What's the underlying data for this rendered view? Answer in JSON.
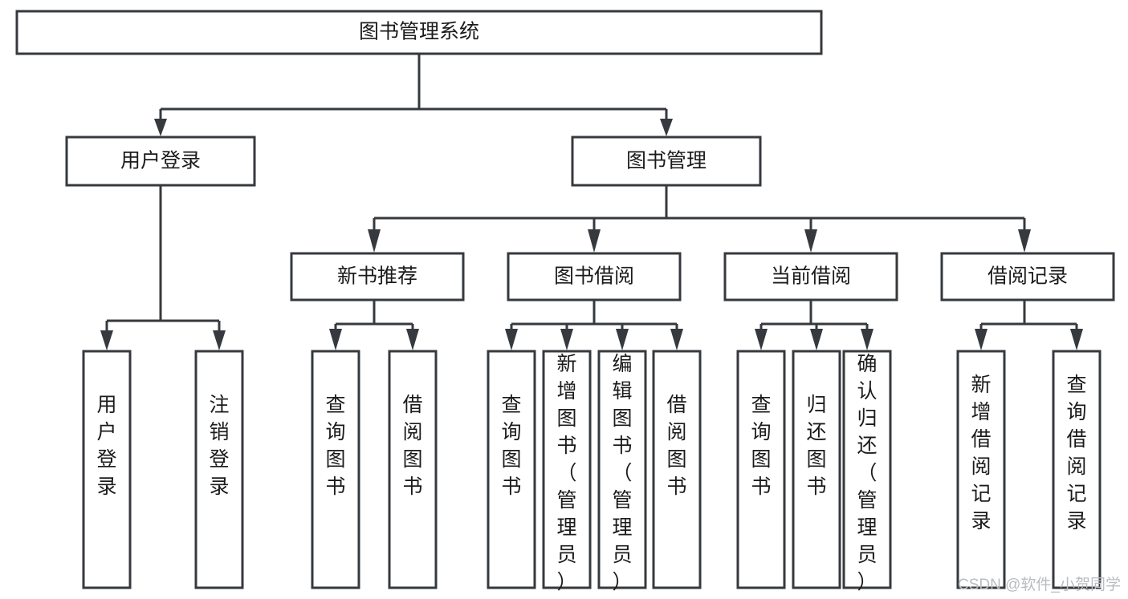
{
  "diagram": {
    "type": "hierarchy-tree",
    "title": "图书管理系统",
    "root": {
      "id": "root",
      "label": "图书管理系统"
    },
    "level2": [
      {
        "id": "user-login",
        "label": "用户登录"
      },
      {
        "id": "book-manage",
        "label": "图书管理"
      }
    ],
    "level3": [
      {
        "id": "new-book-recommend",
        "label": "新书推荐",
        "parent": "book-manage"
      },
      {
        "id": "book-borrow",
        "label": "图书借阅",
        "parent": "book-manage"
      },
      {
        "id": "current-borrow",
        "label": "当前借阅",
        "parent": "book-manage"
      },
      {
        "id": "borrow-record",
        "label": "借阅记录",
        "parent": "book-manage"
      }
    ],
    "leaves": [
      {
        "id": "leaf-user-login",
        "label": "用户登录",
        "parent": "user-login"
      },
      {
        "id": "leaf-logout",
        "label": "注销登录",
        "parent": "user-login"
      },
      {
        "id": "leaf-query-book-1",
        "label": "查询图书",
        "parent": "new-book-recommend"
      },
      {
        "id": "leaf-borrow-book-1",
        "label": "借阅图书",
        "parent": "new-book-recommend"
      },
      {
        "id": "leaf-query-book-2",
        "label": "查询图书",
        "parent": "book-borrow"
      },
      {
        "id": "leaf-add-book",
        "label": "新增图书（管理员）",
        "parent": "book-borrow"
      },
      {
        "id": "leaf-edit-book",
        "label": "编辑图书（管理员）",
        "parent": "book-borrow"
      },
      {
        "id": "leaf-borrow-book-2",
        "label": "借阅图书",
        "parent": "book-borrow"
      },
      {
        "id": "leaf-query-book-3",
        "label": "查询图书",
        "parent": "current-borrow"
      },
      {
        "id": "leaf-return-book",
        "label": "归还图书",
        "parent": "current-borrow"
      },
      {
        "id": "leaf-confirm-return",
        "label": "确认归还（管理员）",
        "parent": "current-borrow"
      },
      {
        "id": "leaf-add-record",
        "label": "新增借阅记录",
        "parent": "borrow-record"
      },
      {
        "id": "leaf-query-record",
        "label": "查询借阅记录",
        "parent": "borrow-record"
      }
    ]
  },
  "watermark": {
    "text": "CSDN @软件_小贺同学"
  },
  "colors": {
    "stroke": "#36393d",
    "fill": "#ffffff",
    "text": "#1b1b1b",
    "watermark": "#b9bcc0"
  }
}
